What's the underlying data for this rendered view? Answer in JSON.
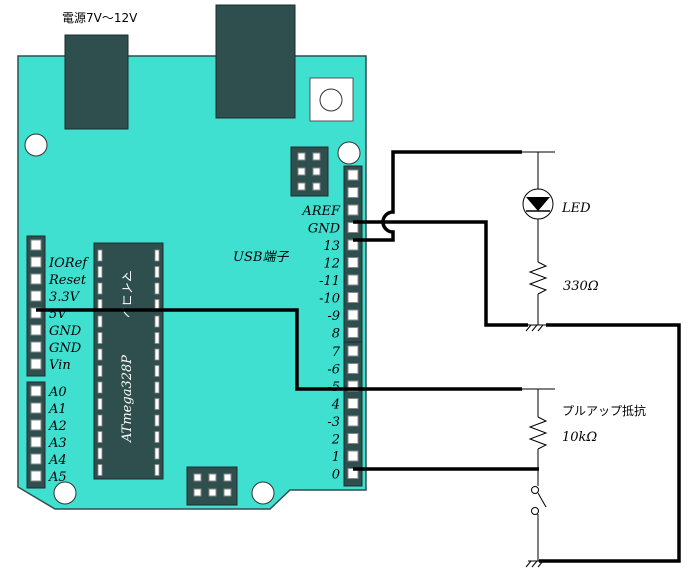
{
  "colors": {
    "board": "#40E0D0",
    "component": "#2F4F4F",
    "wire": "#000000",
    "pin": "#ffffff"
  },
  "labels": {
    "power_jack": "電源7V〜12V",
    "usb": "USB端子",
    "chip_name": "ATmega328P",
    "chip_kana": "マイコン",
    "led": "LED",
    "resistor_led": "330Ω",
    "pullup_title": "プルアップ抵抗",
    "pullup_value": "10kΩ"
  },
  "power_header": [
    "IORef",
    "Reset",
    "3.3V",
    "5V",
    "GND",
    "GND",
    "Vin"
  ],
  "analog_header": [
    "A0",
    "A1",
    "A2",
    "A3",
    "A4",
    "A5"
  ],
  "digital_header_top": [
    "AREF",
    "GND",
    "13",
    "12",
    "-11",
    "-10",
    "-9",
    "8"
  ],
  "digital_header_bottom": [
    "7",
    "-6",
    "-5",
    "4",
    "-3",
    "2",
    "1",
    "0"
  ]
}
